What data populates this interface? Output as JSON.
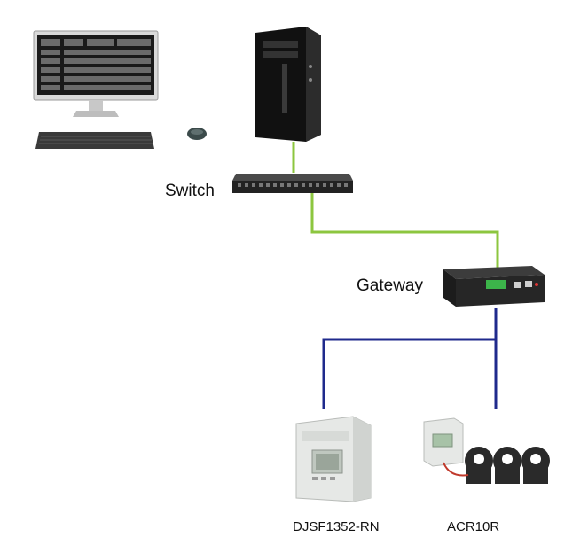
{
  "nodes": {
    "switch": {
      "label": "Switch"
    },
    "gateway": {
      "label": "Gateway"
    },
    "meter_dc": {
      "label": "DJSF1352-RN"
    },
    "meter_ac": {
      "label": "ACR10R"
    }
  },
  "edges": [
    {
      "from": "server",
      "to": "switch",
      "color": "#8cc63f"
    },
    {
      "from": "switch",
      "to": "gateway",
      "color": "#8cc63f"
    },
    {
      "from": "gateway",
      "to": "meter_dc",
      "color": "#1f2a8c"
    },
    {
      "from": "gateway",
      "to": "meter_ac",
      "color": "#1f2a8c"
    }
  ],
  "icons": [
    "computer-workstation-icon",
    "server-tower-icon",
    "network-switch-icon",
    "gateway-device-icon",
    "din-rail-meter-icon",
    "current-transformer-meter-icon"
  ],
  "colors": {
    "ethernet_line": "#8cc63f",
    "rs485_line": "#1f2a8c",
    "device_dark": "#222222",
    "meter_body": "#e6e8e6"
  }
}
